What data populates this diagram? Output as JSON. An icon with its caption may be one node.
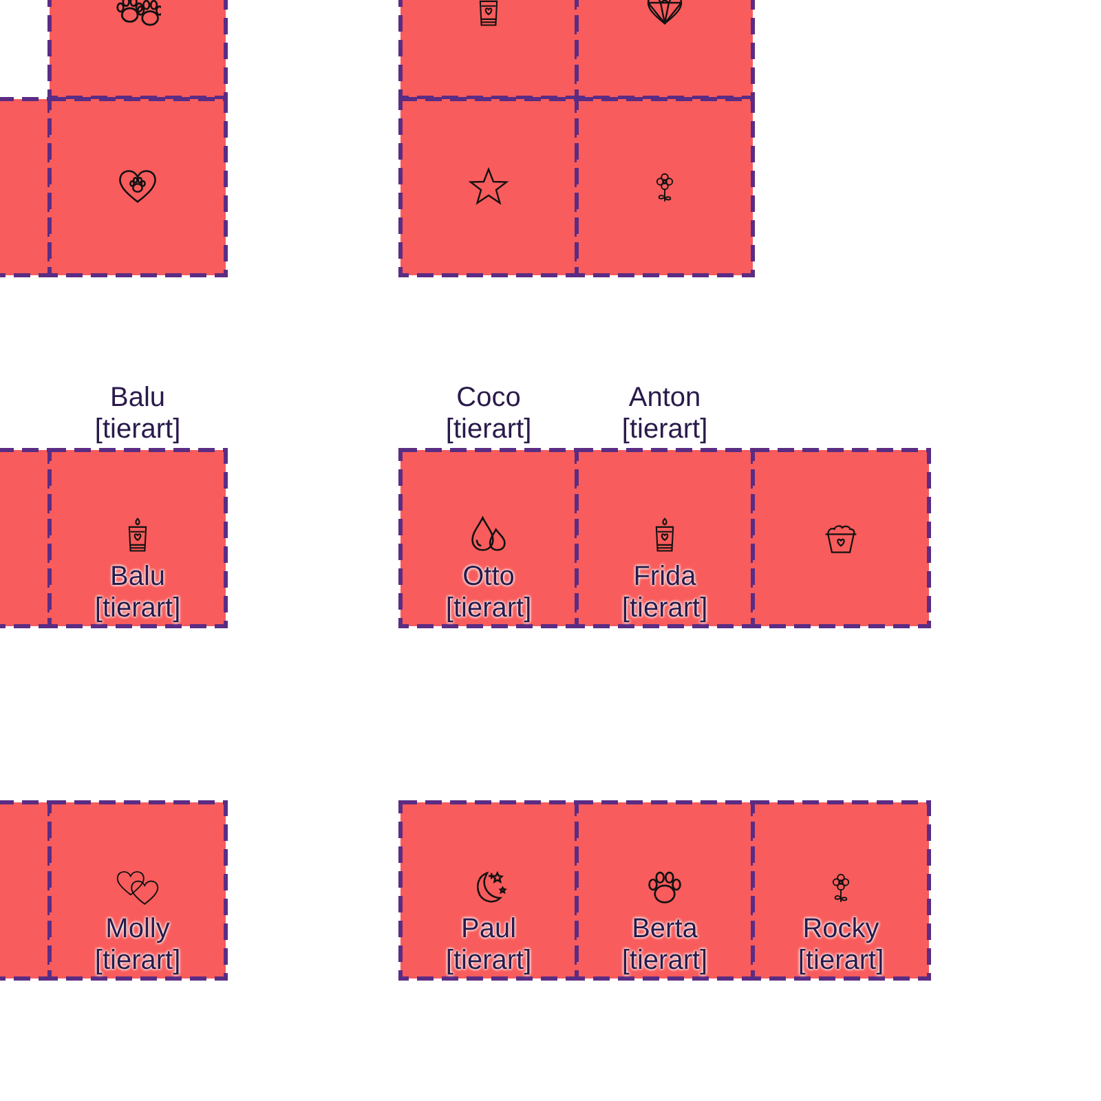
{
  "diagram": {
    "nodes": [
      {
        "text": [],
        "shape": "box"
      },
      {
        "text": [],
        "shape": "box"
      },
      {
        "text": [],
        "shape": "box"
      },
      {
        "text": [],
        "shape": "box"
      },
      {
        "text": [],
        "shape": "box"
      },
      {
        "text": [],
        "shape": "box"
      },
      {
        "text": [],
        "shape": "box"
      },
      {
        "text": [],
        "shape": "box"
      },
      {
        "text": [
          "Balu [tierart]",
          "Balu [tierart]"
        ]
      },
      {
        "text": [
          "Coco [tierart]",
          "Otto [tierart]"
        ]
      },
      {
        "text": [
          "Anton [tierart]",
          "Frida [tierart]"
        ]
      },
      {
        "text": [],
        "shape": "box"
      },
      {
        "text": [],
        "shape": "box"
      },
      {
        "text": [
          "Molly [tierart]"
        ]
      },
      {
        "text": [
          "Paul [tierart]"
        ]
      },
      {
        "text": [
          "Berta [tierart]"
        ]
      },
      {
        "text": [
          "Rocky [tierart]"
        ]
      }
    ]
  }
}
